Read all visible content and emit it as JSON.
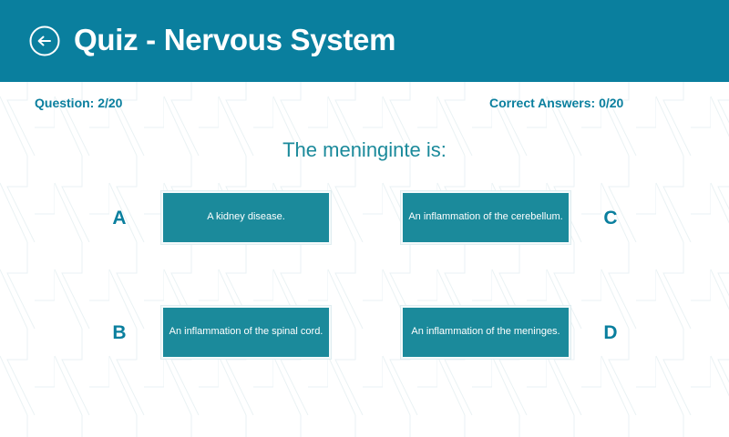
{
  "header": {
    "title": "Quiz - Nervous System",
    "back_icon": "back-arrow-circle-icon",
    "background_color": "#0a7f9e",
    "text_color": "#ffffff"
  },
  "status": {
    "question_counter": "Question: 2/20",
    "correct_counter": "Correct Answers: 0/20",
    "accent_color": "#0a7f9e"
  },
  "quiz": {
    "question": "The meninginte is:",
    "question_color": "#1b8a9b",
    "option_box_color": "#1b8a9b",
    "options": [
      {
        "letter": "A",
        "text": "A kidney disease.",
        "column": "left",
        "row": "top"
      },
      {
        "letter": "B",
        "text": "An inflammation of the spinal cord.",
        "column": "left",
        "row": "bottom"
      },
      {
        "letter": "C",
        "text": "An inflammation of the cerebellum.",
        "column": "right",
        "row": "top"
      },
      {
        "letter": "D",
        "text": "An inflammation of the meninges.",
        "column": "right",
        "row": "bottom"
      }
    ]
  },
  "background": {
    "pattern_name": "diagonal-stair-pattern",
    "pattern_color": "#eef4f6",
    "page_color": "#ffffff"
  }
}
